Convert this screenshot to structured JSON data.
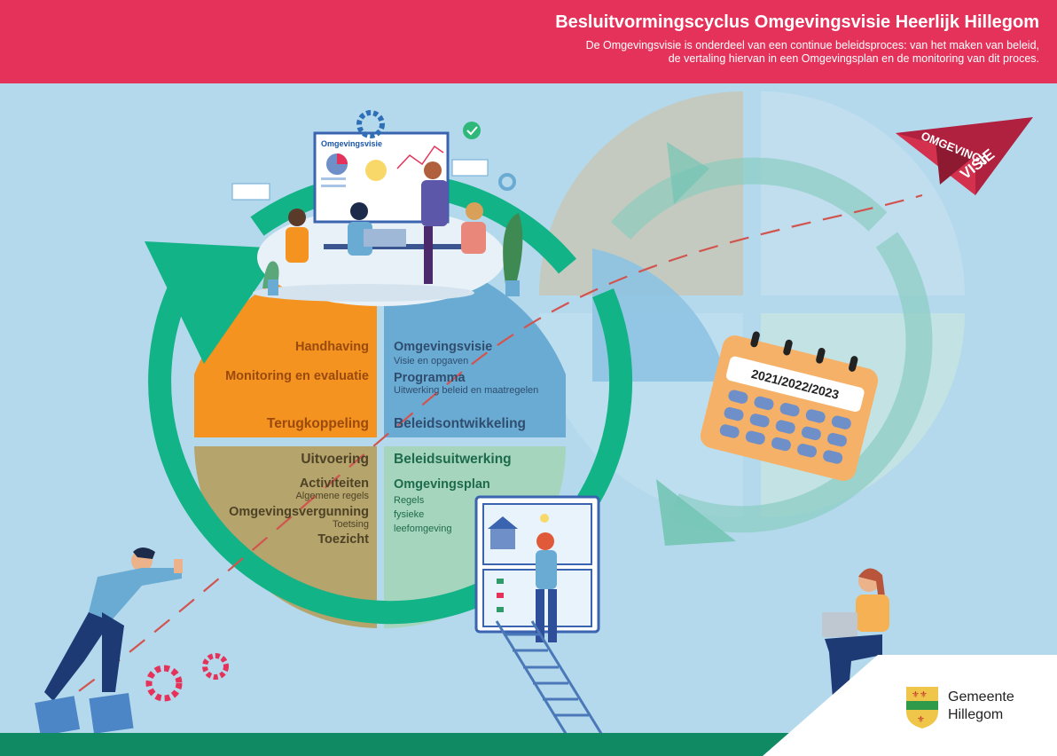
{
  "header": {
    "title": "Besluitvormingscyclus Omgevingsvisie Heerlijk Hillegom",
    "subtitle_line1": "De Omgevingsvisie is onderdeel van een continue beleidsproces: van het maken van beleid,",
    "subtitle_line2": "de vertaling hiervan in een Omgevingsplan en de monitoring van dit proces."
  },
  "board": {
    "title": "Omgevingsvisie"
  },
  "quadrants": {
    "orange": {
      "item1": "Handhaving",
      "item2": "Monitoring en evaluatie",
      "item3": "Terugkoppeling"
    },
    "blue": {
      "item1": "Omgevingsvisie",
      "item1_sub": "Visie en opgaven",
      "item2": "Programma",
      "item2_sub": "Uitwerking beleid en maatregelen",
      "item3": "Beleidsontwikkeling"
    },
    "brown": {
      "item1": "Uitvoering",
      "item2": "Activiteiten",
      "item2_sub": "Algemene regels",
      "item3": "Omgevingsvergunning",
      "item3_sub": "Toetsing",
      "item4": "Toezicht"
    },
    "green": {
      "item1": "Beleidsuitwerking",
      "item2": "Omgevingsplan",
      "item2_sub1": "Regels",
      "item2_sub2": "fysieke",
      "item2_sub3": "leefomgeving"
    }
  },
  "plane": {
    "line1": "OMGEVINGS",
    "line2": "VISIE"
  },
  "calendar": {
    "years": "2021/2022/2023"
  },
  "logo": {
    "line1": "Gemeente",
    "line2": "Hillegom"
  },
  "colors": {
    "header": "#e5325a",
    "background": "#b4d9ec",
    "orange": "#f4931f",
    "blue": "#6aabd3",
    "brown": "#b5a46b",
    "green": "#a6d5be",
    "cycle_arrow": "#13b388",
    "bottom_bar": "#0f8a63"
  }
}
